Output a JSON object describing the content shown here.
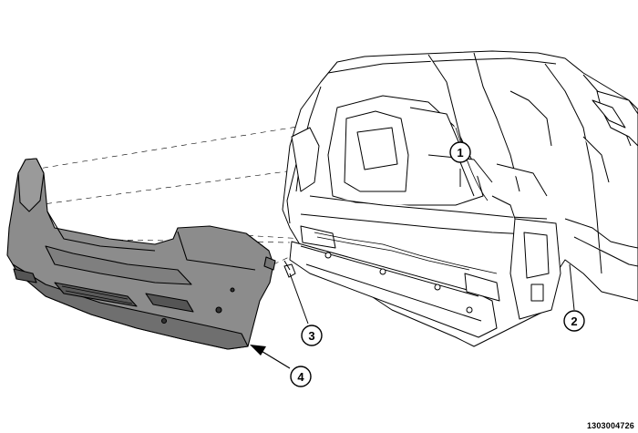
{
  "figure_id": "1303004726",
  "callouts": [
    {
      "label": "1"
    },
    {
      "label": "2"
    },
    {
      "label": "3"
    },
    {
      "label": "4"
    }
  ],
  "colors": {
    "line": "#000000",
    "fascia_fill": "#8c8c8c",
    "fascia_shadow": "#6f6f6f",
    "body_fill": "#ffffff"
  }
}
